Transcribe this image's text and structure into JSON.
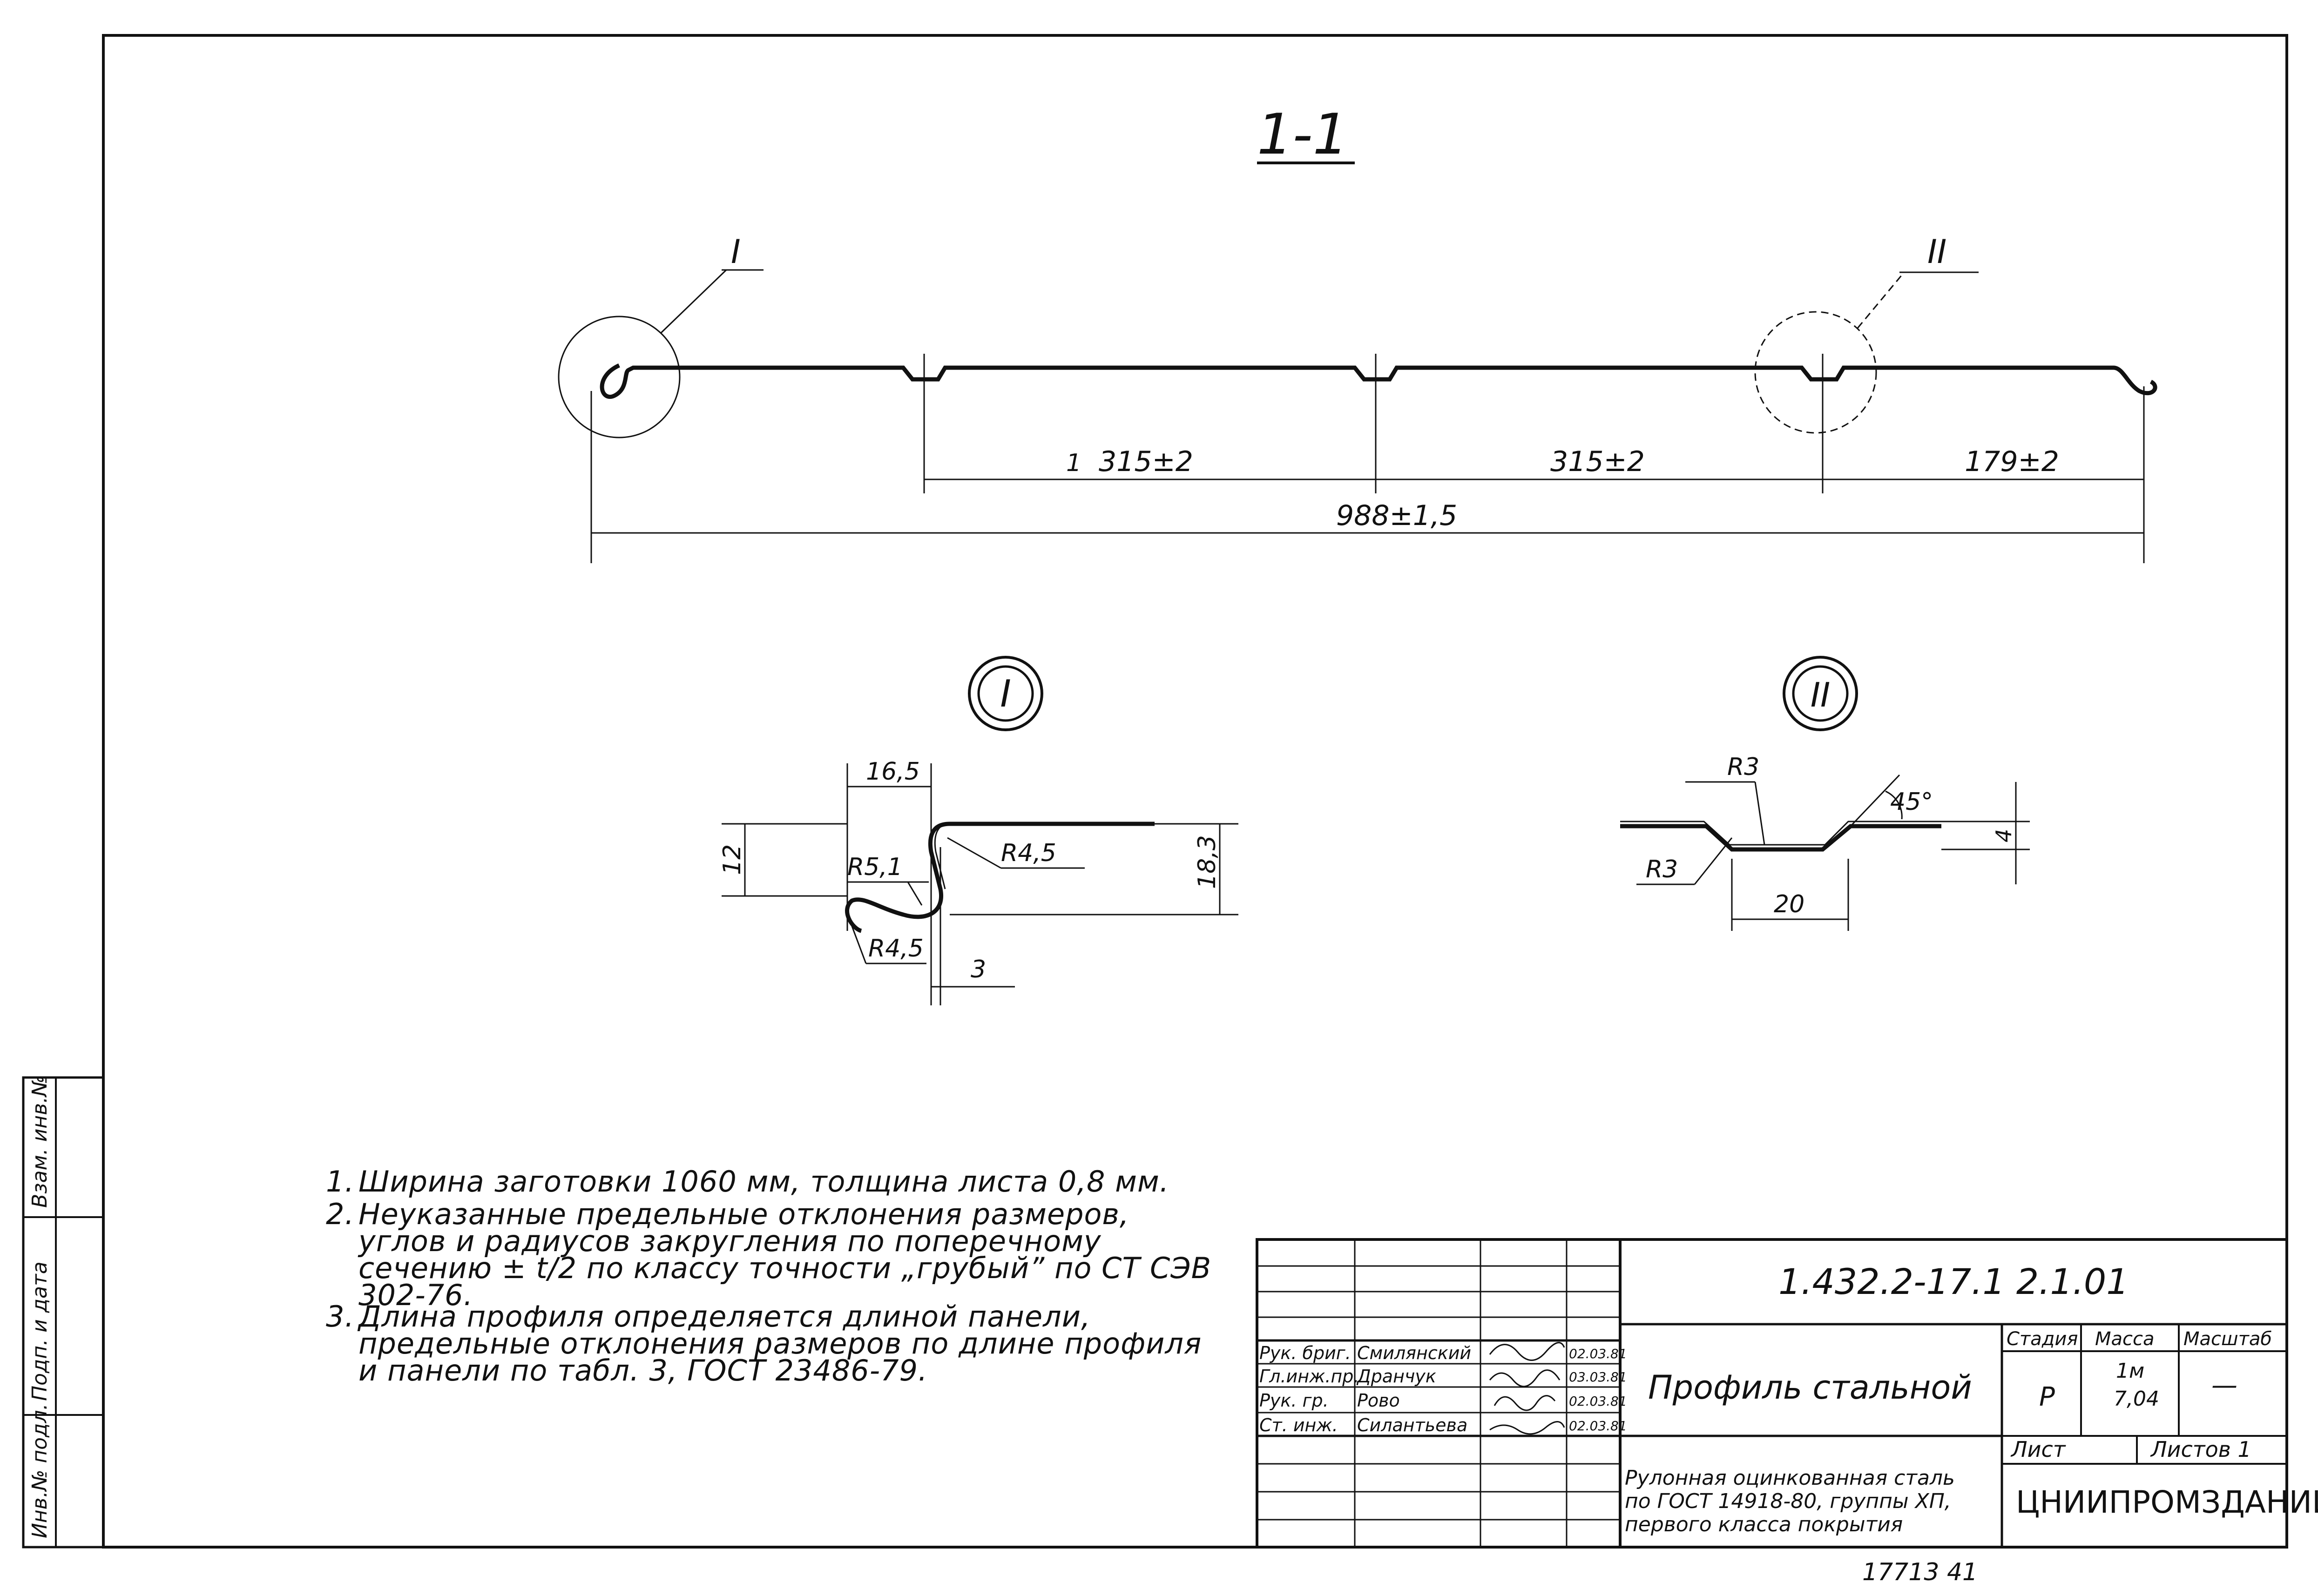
{
  "section": {
    "title": "1-1",
    "callout_1": "I",
    "callout_2": "II",
    "dim_span_1": "315±2",
    "dim_span_2": "315±2",
    "dim_span_3": "179±2",
    "dim_total": "988±1,5",
    "dim_mark": "1"
  },
  "detail_1": {
    "label": "I",
    "dim_width": "16,5",
    "dim_height_left": "12",
    "dim_height_right": "18,3",
    "radius_a": "R5,1",
    "radius_b": "R4,5",
    "radius_c": "R4,5",
    "dim_offset": "3"
  },
  "detail_2": {
    "label": "II",
    "radius_top": "R3",
    "radius_bottom": "R3",
    "angle": "45°",
    "dim_depth": "4",
    "dim_width": "20"
  },
  "notes": [
    {
      "num": "1.",
      "text": "Ширина заготовки 1060 мм, толщина листа 0,8 мм."
    },
    {
      "num": "2.",
      "text": "Неуказанные предельные отклонения размеров, углов и радиусов закругления по поперечному сечению ± t/2 по классу точности „грубый” по СТ СЭВ 302-76."
    },
    {
      "num": "3.",
      "text": "Длина профиля определяется длиной панели, предельные отклонения размеров по длине профиля и панели по табл. 3, ГОСТ 23486-79."
    }
  ],
  "side_stamp": [
    "Инв.№ подл.",
    "Подп. и дата",
    "Взам. инв.№"
  ],
  "title_block": {
    "code": "1.432.2-17.1 2.1.01",
    "name": "Профиль стальной",
    "material": [
      "Рулонная оцинкованная сталь",
      "по ГОСТ 14918-80, группы ХП,",
      "первого класса покрытия"
    ],
    "org": "ЦНИИПРОМЗДАНИЙ",
    "stage_header": "Стадия",
    "mass_header": "Масса",
    "scale_header": "Масштаб",
    "stage_value": "Р",
    "mass_value_1": "1м",
    "mass_value_2": "7,04",
    "scale_value": "—",
    "sheet_label": "Лист",
    "sheets_label": "Листов 1",
    "signers": [
      {
        "role": "Рук. бриг.",
        "name": "Смилянский",
        "date": "02.03.81"
      },
      {
        "role": "Гл.инж.пр.",
        "name": "Дранчук",
        "date": "03.03.81"
      },
      {
        "role": "Рук. гр.",
        "name": "Рово",
        "date": "02.03.81"
      },
      {
        "role": "Ст. инж.",
        "name": "Силантьева",
        "date": "02.03.81"
      }
    ]
  },
  "footer_number": "17713 41"
}
